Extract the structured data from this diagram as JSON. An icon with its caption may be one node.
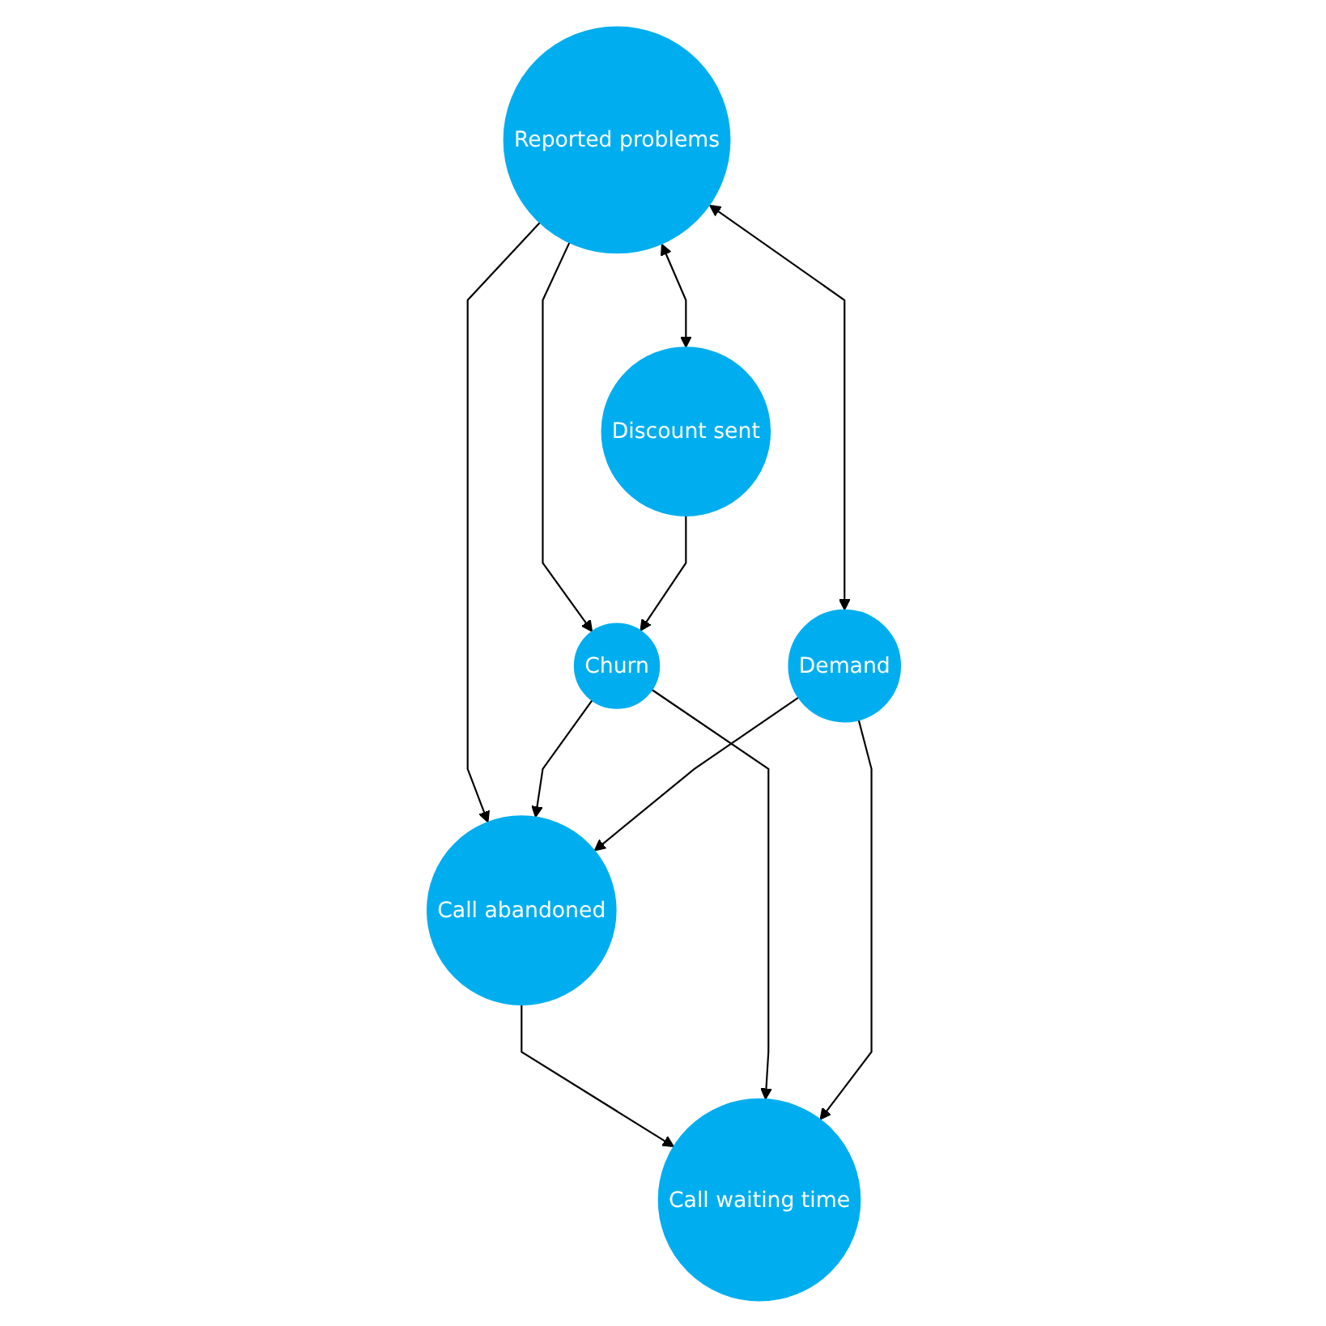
{
  "diagram": {
    "nodes": [
      {
        "text": [
          "Call abandoned"
        ]
      },
      {
        "text": [
          "Call waiting time"
        ]
      },
      {
        "text": [
          "Reported problems"
        ]
      },
      {
        "text": [
          "Demand"
        ]
      },
      {
        "text": [
          "Discount sent"
        ]
      },
      {
        "text": [
          "Churn"
        ]
      }
    ],
    "edges": [
      {
        "from": 0,
        "to": 1,
        "arrow": "to"
      },
      {
        "from": 2,
        "to": 0,
        "arrow": "to"
      },
      {
        "from": 5,
        "to": 0,
        "arrow": "to"
      },
      {
        "from": 3,
        "to": 0,
        "arrow": "to"
      },
      {
        "from": 5,
        "to": 1,
        "arrow": "to"
      },
      {
        "from": 3,
        "to": 1,
        "arrow": "to"
      },
      {
        "from": 2,
        "to": 3,
        "arrow": "both"
      },
      {
        "from": 2,
        "to": 5,
        "arrow": "to"
      },
      {
        "from": 2,
        "to": 4,
        "arrow": "both"
      },
      {
        "from": 4,
        "to": 5,
        "arrow": "to"
      }
    ]
  }
}
